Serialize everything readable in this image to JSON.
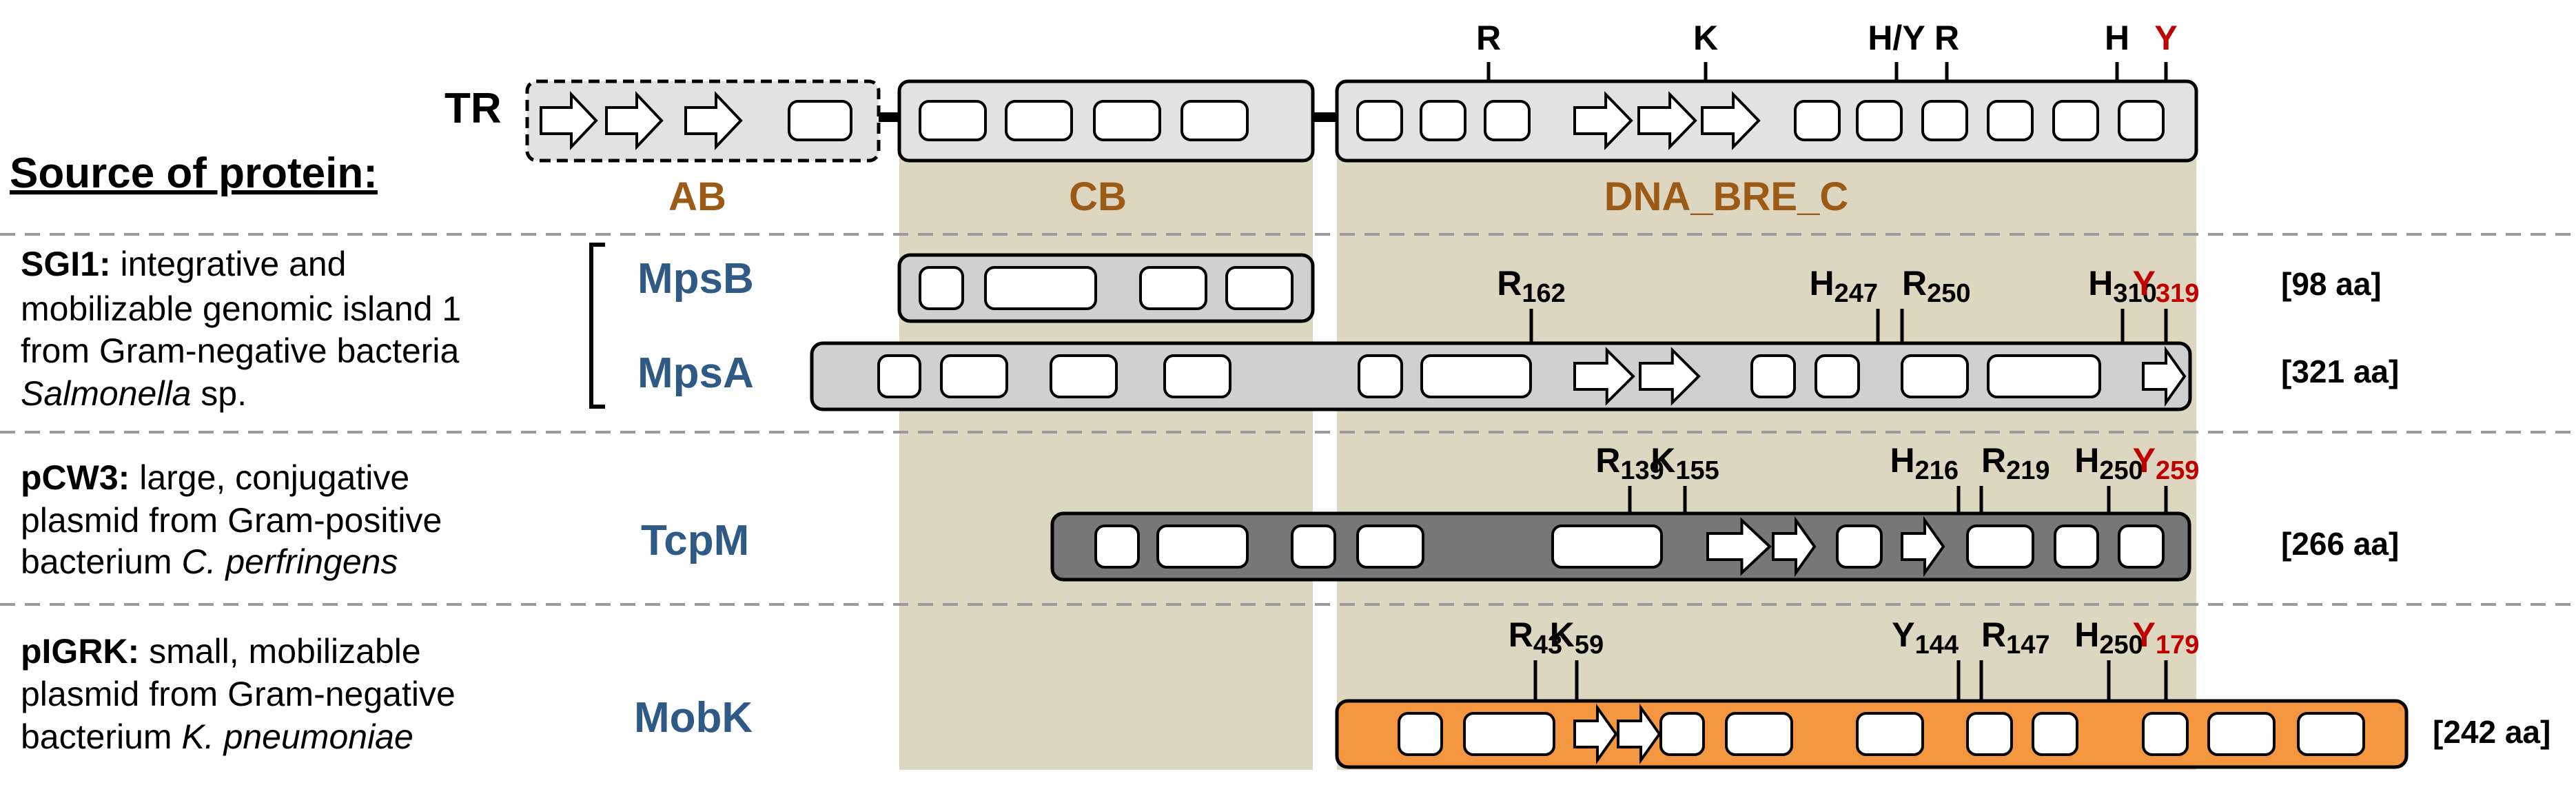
{
  "colors": {
    "domain_label": "#9C5A17",
    "protein_name": "#2F5A86",
    "red_residue": "#C00000",
    "shade": "#DDD6C0",
    "tr_fill": "#E2E2E2",
    "mps_fill": "#D0D0D0",
    "tcpm_fill": "#777777",
    "mobk_fill": "#F49640"
  },
  "icons": [
    "arrow-glyph",
    "rounded-box-glyph",
    "bracket"
  ],
  "template": {
    "name": "TR",
    "domains": [
      "AB",
      "CB",
      "DNA_BRE_C"
    ],
    "residues": [
      "R",
      "K",
      "H/Y",
      "R",
      "H",
      "Y"
    ]
  },
  "source_heading": "Source of protein:",
  "sources": [
    {
      "name_bold": "SGI1:",
      "line1": " integrative and",
      "line2": "mobilizable genomic island 1",
      "line3": "from Gram-negative bacteria",
      "line4_italic": "Salmonella",
      "line4_rest": " sp."
    },
    {
      "name_bold": "pCW3:",
      "line1": " large, conjugative",
      "line2": "plasmid from Gram-positive",
      "line3_plain": "bacterium ",
      "line3_italic": "C. perfringens"
    },
    {
      "name_bold": "pIGRK:",
      "line1": " small, mobilizable",
      "line2": "plasmid from Gram-negative",
      "line3_plain": "bacterium ",
      "line3_italic": "K. pneumoniae"
    }
  ],
  "proteins": {
    "mpsb": {
      "name": "MpsB",
      "length": "[98 aa]"
    },
    "mpsa": {
      "name": "MpsA",
      "length": "[321 aa]"
    },
    "tcpm": {
      "name": "TcpM",
      "length": "[266 aa]"
    },
    "mobk": {
      "name": "MobK",
      "length": "[242 aa]"
    }
  },
  "residues": {
    "mps": [
      {
        "aa": "R",
        "pos": "162",
        "color": "#000000"
      },
      {
        "aa": "H",
        "pos": "247",
        "color": "#000000"
      },
      {
        "aa": "R",
        "pos": "250",
        "color": "#000000"
      },
      {
        "aa": "H",
        "pos": "310",
        "color": "#000000"
      },
      {
        "aa": "Y",
        "pos": "319",
        "color": "#C00000"
      }
    ],
    "tcpm": [
      {
        "aa": "R",
        "pos": "139",
        "color": "#000000"
      },
      {
        "aa": "K",
        "pos": "155",
        "color": "#000000"
      },
      {
        "aa": "H",
        "pos": "216",
        "color": "#000000"
      },
      {
        "aa": "R",
        "pos": "219",
        "color": "#000000"
      },
      {
        "aa": "H",
        "pos": "250",
        "color": "#000000"
      },
      {
        "aa": "Y",
        "pos": "259",
        "color": "#C00000"
      }
    ],
    "mobk": [
      {
        "aa": "R",
        "pos": "43",
        "color": "#000000"
      },
      {
        "aa": "K",
        "pos": "59",
        "color": "#000000"
      },
      {
        "aa": "Y",
        "pos": "144",
        "color": "#000000"
      },
      {
        "aa": "R",
        "pos": "147",
        "color": "#000000"
      },
      {
        "aa": "H",
        "pos": "250",
        "color": "#000000"
      },
      {
        "aa": "Y",
        "pos": "179",
        "color": "#C00000"
      }
    ]
  }
}
